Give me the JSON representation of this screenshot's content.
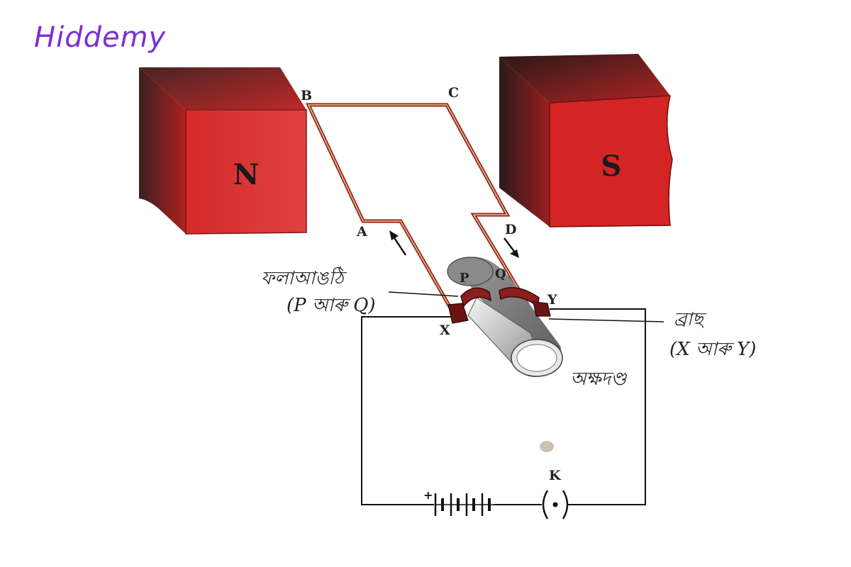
{
  "brand": "Hiddemy",
  "magnets": {
    "north": "N",
    "south": "S"
  },
  "points": {
    "A": "A",
    "B": "B",
    "C": "C",
    "D": "D",
    "P": "P",
    "Q": "Q",
    "X": "X",
    "Y": "Y",
    "K": "K"
  },
  "labels": {
    "slip_rings": "ফলাআঙঠি",
    "slip_rings_sub": "(P আৰু Q)",
    "brushes": "ব্ৰাছ",
    "brushes_sub": "(X আৰু Y)",
    "axle": "অক্ষদণ্ড",
    "battery_plus": "+"
  },
  "colors": {
    "magnet_face": "#d42a2a",
    "magnet_dark": "#3a2020",
    "coil": "#8b1e1e",
    "coil_inner": "#e0b070",
    "brand": "#7b2fd6"
  }
}
